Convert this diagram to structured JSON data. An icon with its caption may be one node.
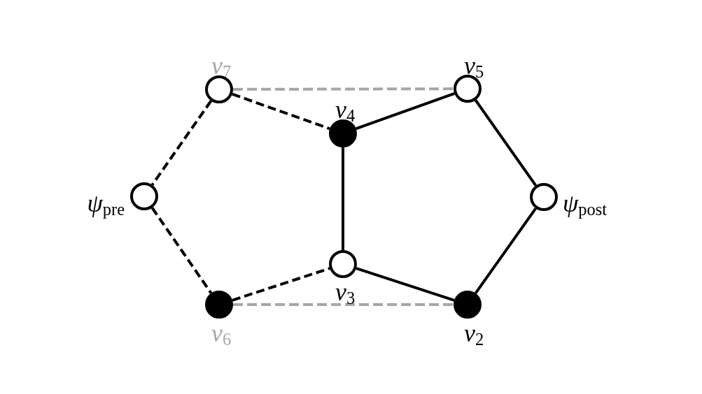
{
  "diagram": {
    "nodes": [
      {
        "text": [],
        "shape": "circle",
        "beside": [
          "*v*$_{7}$"
        ]
      },
      {
        "text": [],
        "shape": "circle",
        "beside": [
          "*v*$_{5}$"
        ]
      },
      {
        "text": [],
        "shape": "circle",
        "beside": [
          "*v*$_{4}$"
        ]
      },
      {
        "text": [],
        "shape": "circle",
        "beside": [
          "*ψ*$_{pre}$"
        ]
      },
      {
        "text": [],
        "shape": "circle",
        "beside": [
          "*ψ*$_{post}$"
        ]
      },
      {
        "text": [],
        "shape": "circle",
        "beside": [
          "*v*$_{3}$"
        ]
      },
      {
        "text": [],
        "shape": "circle",
        "beside": [
          "*v*$_{6}$"
        ]
      },
      {
        "text": [],
        "shape": "circle",
        "beside": [
          "*v*$_{2}$"
        ]
      }
    ],
    "edges": [
      {
        "from": 0,
        "to": 1,
        "arrow": "none",
        "style": "dashed",
        "color": "#a6a6a6"
      },
      {
        "from": 0,
        "to": 2,
        "arrow": "none",
        "style": "dashed"
      },
      {
        "from": 0,
        "to": 3,
        "arrow": "none",
        "style": "dashed"
      },
      {
        "from": 2,
        "to": 1,
        "arrow": "none"
      },
      {
        "from": 1,
        "to": 4,
        "arrow": "none"
      },
      {
        "from": 2,
        "to": 5,
        "arrow": "none"
      },
      {
        "from": 3,
        "to": 6,
        "arrow": "none",
        "style": "dashed"
      },
      {
        "from": 6,
        "to": 5,
        "arrow": "none",
        "style": "dashed"
      },
      {
        "from": 5,
        "to": 7,
        "arrow": "none"
      },
      {
        "from": 6,
        "to": 7,
        "arrow": "none",
        "style": "dashed",
        "color": "#a6a6a6"
      },
      {
        "from": 4,
        "to": 7,
        "arrow": "none"
      }
    ]
  }
}
